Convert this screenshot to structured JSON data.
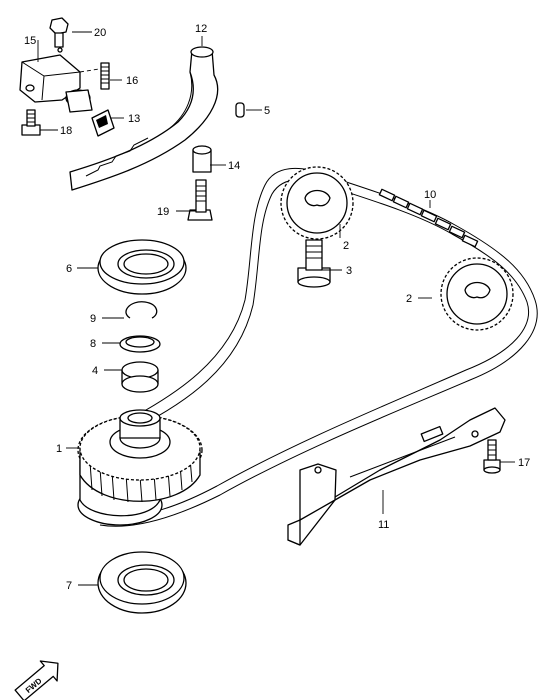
{
  "diagram": {
    "callouts": {
      "p1": "1",
      "p2a": "2",
      "p2b": "2",
      "p3": "3",
      "p4": "4",
      "p5": "5",
      "p6": "6",
      "p7": "7",
      "p8": "8",
      "p9": "9",
      "p10": "10",
      "p11": "11",
      "p12": "12",
      "p13": "13",
      "p14": "14",
      "p15": "15",
      "p16": "16",
      "p17": "17",
      "p18": "18",
      "p19": "19",
      "p20": "20"
    },
    "direction_arrow": "FWD"
  }
}
